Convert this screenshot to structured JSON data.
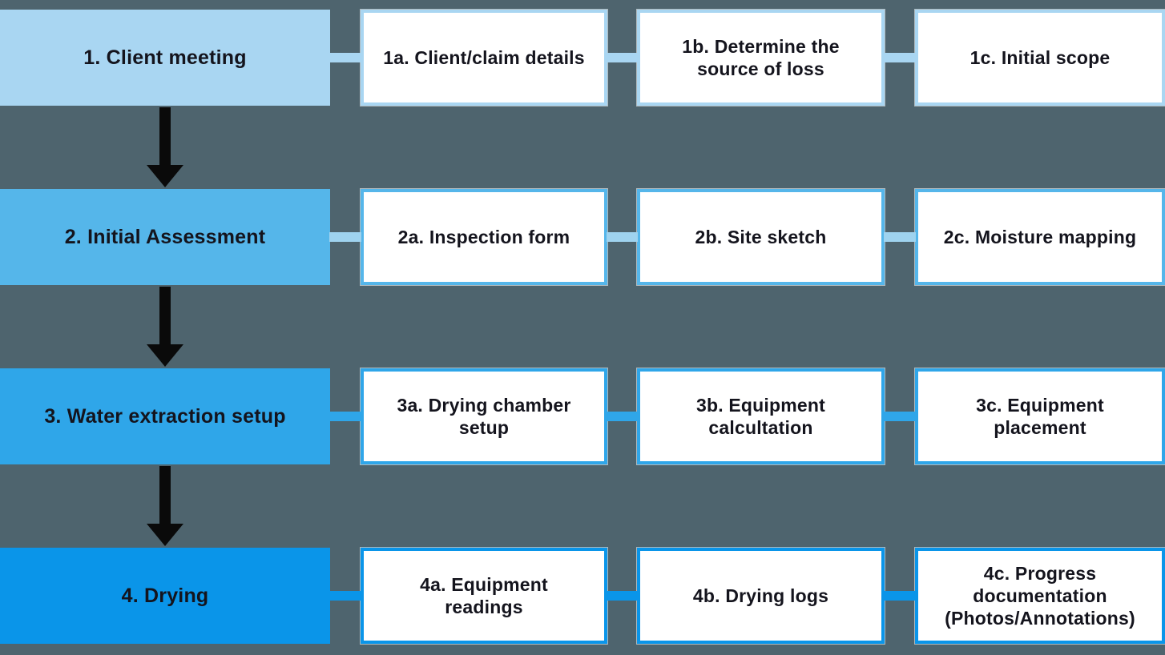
{
  "background_color": "#4e646e",
  "text_color": "#14141d",
  "arrow_color": "#0a0a0a",
  "rows": [
    {
      "stage": {
        "label": "1. Client meeting",
        "fill": "#a9d6f2"
      },
      "connector_color": "#a9d6f2",
      "sub_border_color": "#a9d6f2",
      "subs": [
        {
          "label": "1a. Client/claim details"
        },
        {
          "label": "1b. Determine the source of loss"
        },
        {
          "label": "1c. Initial scope"
        }
      ]
    },
    {
      "stage": {
        "label": "2. Initial Assessment",
        "fill": "#55b6ea"
      },
      "connector_color": "#9fd3ef",
      "sub_border_color": "#55b6ea",
      "subs": [
        {
          "label": "2a. Inspection form"
        },
        {
          "label": "2b. Site sketch"
        },
        {
          "label": "2c. Moisture mapping"
        }
      ]
    },
    {
      "stage": {
        "label": "3. Water extraction setup",
        "fill": "#2fa6e9"
      },
      "connector_color": "#2fa6e9",
      "sub_border_color": "#2fa6e9",
      "subs": [
        {
          "label": "3a. Drying chamber setup"
        },
        {
          "label": "3b. Equipment calcultation"
        },
        {
          "label": "3c. Equipment placement"
        }
      ]
    },
    {
      "stage": {
        "label": "4. Drying",
        "fill": "#0a95e9"
      },
      "connector_color": "#0a95e9",
      "sub_border_color": "#0a95e9",
      "subs": [
        {
          "label": "4a. Equipment readings"
        },
        {
          "label": "4b. Drying logs"
        },
        {
          "label": "4c. Progress documentation (Photos/Annotations)"
        }
      ]
    }
  ]
}
